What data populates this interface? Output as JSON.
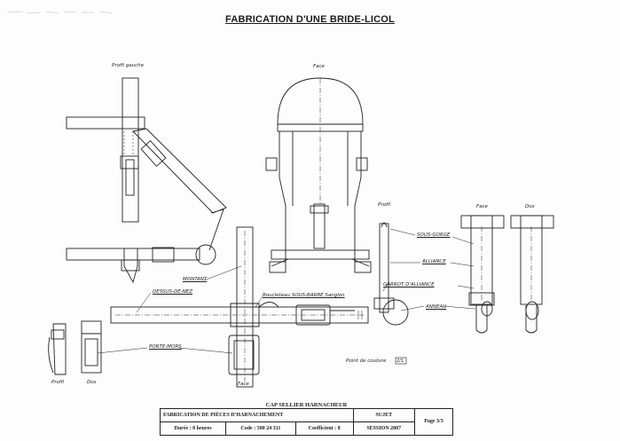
{
  "document": {
    "title": "FABRICATION D'UNE BRIDE-LICOL"
  },
  "labels": {
    "profil_gauche": "Profil gauche",
    "face_top": "Face",
    "profil_right": "Profil",
    "face_right": "Face",
    "dos_right": "Dos",
    "sous_gorge": "SOUS-GORGE",
    "alliance": "ALLIANCE",
    "garrot_alliance": "GARROT D'ALLIANCE",
    "anneau": "ANNEAU",
    "montant": "MONTANT",
    "dessus_de_nez": "DESSUS-DE-NEZ",
    "bouclerie": "Boucleteau SOUS-BARBE Sanglon",
    "porte_mors": "PORTE-MORS",
    "profil_bottom": "Profil",
    "dos_bottom": "Dos",
    "face_bottom": "Face",
    "point_couture": "Point de couture",
    "point_couture_code": "2/1"
  },
  "cartouche": {
    "school": "CAP SELLIER HARNACHEUR",
    "subject": "FABRICATION DE PIÈCES D'HARNACHEMENT",
    "sujet_label": "SUJET",
    "duree": "Durée : 8 heures",
    "code": "Code : 500 24 311",
    "coefficient": "Coefficient : 8",
    "session": "SESSION 2007",
    "page": "Page 3/3"
  }
}
